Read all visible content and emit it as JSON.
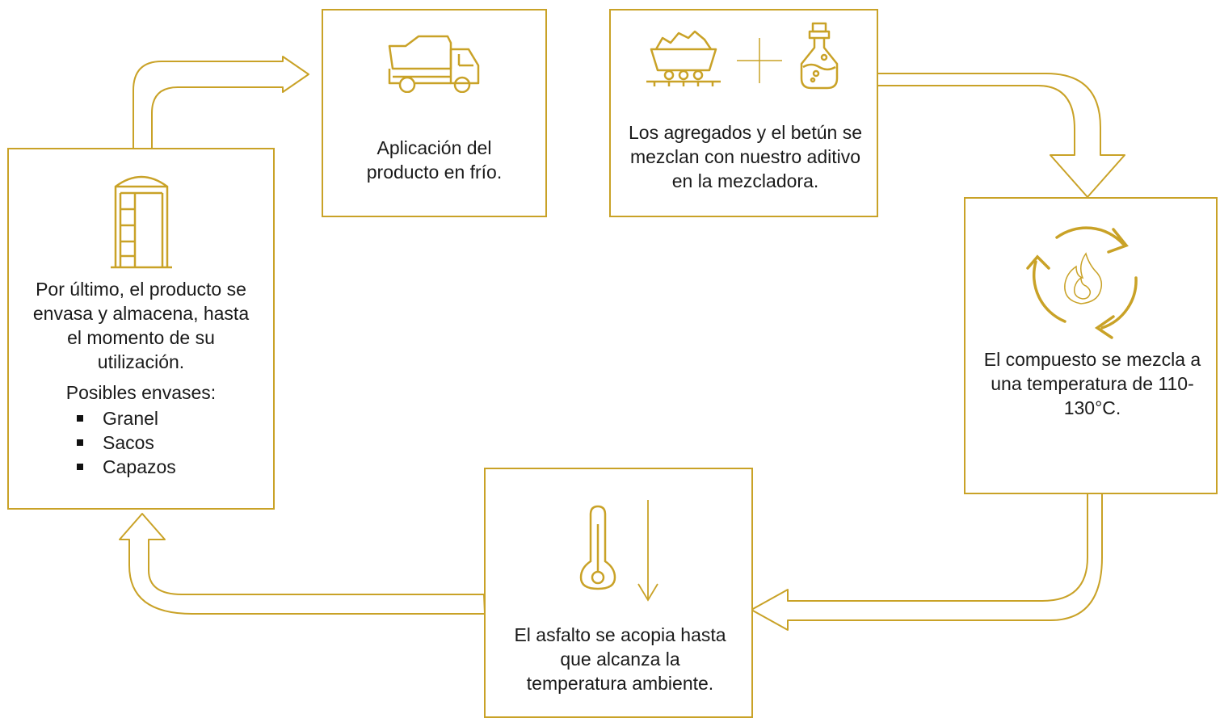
{
  "colors": {
    "accent": "#c9a227",
    "text": "#1a1a1a"
  },
  "steps": {
    "storage": {
      "icon": "silo-icon",
      "text": "Por último, el producto se envasa y almacena, hasta el momento de su utilización.",
      "sub_title": "Posibles envases:",
      "items": [
        "Granel",
        "Sacos",
        "Capazos"
      ]
    },
    "application": {
      "icon": "dump-truck-icon",
      "text": "Aplicación del producto en frío."
    },
    "mixing": {
      "icons": [
        "mine-cart-icon",
        "plus-icon",
        "bitumen-flask-icon"
      ],
      "text": "Los agregados y el betún se mezclan con nuestro aditivo en la mezcladora."
    },
    "heating": {
      "icon": "flame-cycle-icon",
      "text": "El compuesto se mezcla a una temperatura de 110-130°C."
    },
    "cooling": {
      "icons": [
        "thermometer-icon",
        "arrow-down-icon"
      ],
      "text": "El asfalto se acopia hasta que alcanza la temperatura ambiente."
    }
  }
}
